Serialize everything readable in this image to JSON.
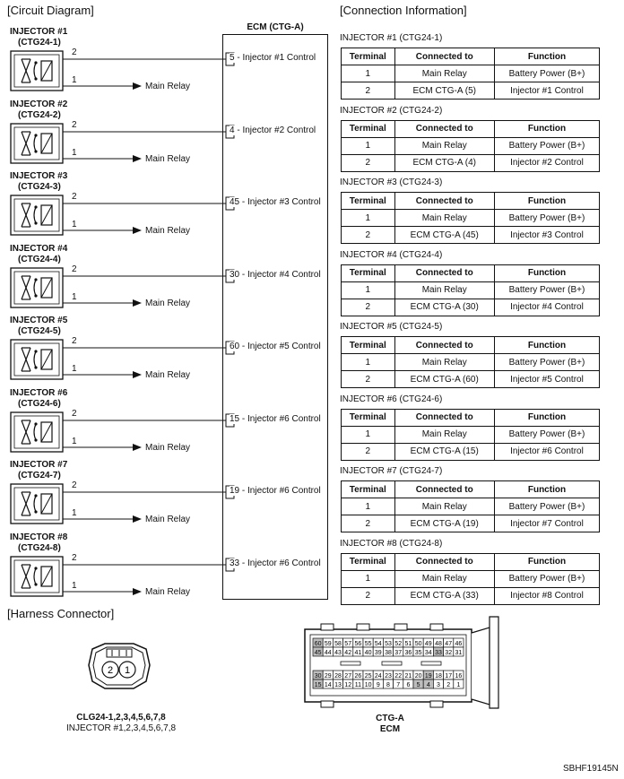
{
  "sections": {
    "circuit_diagram": "[Circuit Diagram]",
    "connection_information": "[Connection Information]",
    "harness_connector": "[Harness Connector]"
  },
  "ecm_label": "ECM (CTG-A)",
  "main_relay_label": "Main Relay",
  "pin_high": "2",
  "pin_low": "1",
  "injectors": [
    {
      "title": "INJECTOR #1",
      "connector": "(CTG24-1)",
      "ecm_pin": "5 - Injector #1 Control"
    },
    {
      "title": "INJECTOR #2",
      "connector": "(CTG24-2)",
      "ecm_pin": "4 - Injector #2 Control"
    },
    {
      "title": "INJECTOR #3",
      "connector": "(CTG24-3)",
      "ecm_pin": "45 - Injector #3 Control"
    },
    {
      "title": "INJECTOR #4",
      "connector": "(CTG24-4)",
      "ecm_pin": "30 - Injector #4 Control"
    },
    {
      "title": "INJECTOR #5",
      "connector": "(CTG24-5)",
      "ecm_pin": "60 - Injector #5 Control"
    },
    {
      "title": "INJECTOR #6",
      "connector": "(CTG24-6)",
      "ecm_pin": "15 - Injector #6 Control"
    },
    {
      "title": "INJECTOR #7",
      "connector": "(CTG24-7)",
      "ecm_pin": "19 - Injector #6 Control"
    },
    {
      "title": "INJECTOR #8",
      "connector": "(CTG24-8)",
      "ecm_pin": "33 - Injector #6 Control"
    }
  ],
  "table_headers": [
    "Terminal",
    "Connected to",
    "Function"
  ],
  "connection_tables": [
    {
      "title": "INJECTOR #1 (CTG24-1)",
      "rows": [
        [
          "1",
          "Main Relay",
          "Battery Power (B+)"
        ],
        [
          "2",
          "ECM CTG-A (5)",
          "Injector #1 Control"
        ]
      ]
    },
    {
      "title": "INJECTOR #2 (CTG24-2)",
      "rows": [
        [
          "1",
          "Main Relay",
          "Battery Power (B+)"
        ],
        [
          "2",
          "ECM CTG-A (4)",
          "Injector #2 Control"
        ]
      ]
    },
    {
      "title": "INJECTOR #3 (CTG24-3)",
      "rows": [
        [
          "1",
          "Main Relay",
          "Battery Power (B+)"
        ],
        [
          "2",
          "ECM CTG-A (45)",
          "Injector #3 Control"
        ]
      ]
    },
    {
      "title": "INJECTOR #4 (CTG24-4)",
      "rows": [
        [
          "1",
          "Main Relay",
          "Battery Power (B+)"
        ],
        [
          "2",
          "ECM CTG-A (30)",
          "Injector #4 Control"
        ]
      ]
    },
    {
      "title": "INJECTOR #5 (CTG24-5)",
      "rows": [
        [
          "1",
          "Main Relay",
          "Battery Power (B+)"
        ],
        [
          "2",
          "ECM CTG-A (60)",
          "Injector #5 Control"
        ]
      ]
    },
    {
      "title": "INJECTOR #6 (CTG24-6)",
      "rows": [
        [
          "1",
          "Main Relay",
          "Battery Power (B+)"
        ],
        [
          "2",
          "ECM CTG-A (15)",
          "Injector #6 Control"
        ]
      ]
    },
    {
      "title": "INJECTOR #7 (CTG24-7)",
      "rows": [
        [
          "1",
          "Main Relay",
          "Battery Power (B+)"
        ],
        [
          "2",
          "ECM CTG-A (19)",
          "Injector #7 Control"
        ]
      ]
    },
    {
      "title": "INJECTOR #8 (CTG24-8)",
      "rows": [
        [
          "1",
          "Main Relay",
          "Battery Power (B+)"
        ],
        [
          "2",
          "ECM CTG-A (33)",
          "Injector #8 Control"
        ]
      ]
    }
  ],
  "injector_connector": {
    "pins": [
      "2",
      "1"
    ],
    "caption_line1": "CLG24-1,2,3,4,5,6,7,8",
    "caption_line2": "INJECTOR #1,2,3,4,5,6,7,8"
  },
  "ecm_connector": {
    "rows": [
      [
        "60",
        "59",
        "58",
        "57",
        "56",
        "55",
        "54",
        "53",
        "52",
        "51",
        "50",
        "49",
        "48",
        "47",
        "46"
      ],
      [
        "45",
        "44",
        "43",
        "42",
        "41",
        "40",
        "39",
        "38",
        "37",
        "36",
        "35",
        "34",
        "33",
        "32",
        "31"
      ],
      [
        "30",
        "29",
        "28",
        "27",
        "26",
        "25",
        "24",
        "23",
        "22",
        "21",
        "20",
        "19",
        "18",
        "17",
        "16"
      ],
      [
        "15",
        "14",
        "13",
        "12",
        "11",
        "10",
        "9",
        "8",
        "7",
        "6",
        "5",
        "4",
        "3",
        "2",
        "1"
      ]
    ],
    "used_pins": [
      "60",
      "45",
      "33",
      "30",
      "19",
      "15",
      "5",
      "4"
    ],
    "caption_line1": "CTG-A",
    "caption_line2": "ECM"
  },
  "figure_code": "SBHF19145N"
}
